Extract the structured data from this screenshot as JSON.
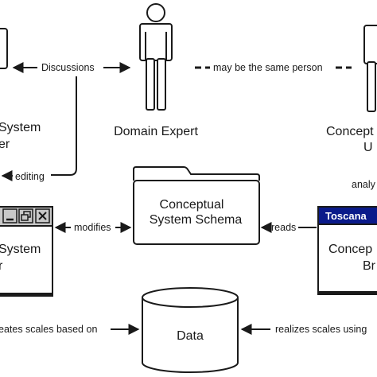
{
  "nodes": {
    "domain_expert": "Domain Expert",
    "system_editor": [
      "System",
      "er"
    ],
    "conceptual_user": [
      "Concept",
      "U"
    ],
    "schema": [
      "Conceptual",
      "System Schema"
    ],
    "editor_window": [
      "System",
      "r"
    ],
    "browser_window": {
      "title": "Toscana",
      "body": [
        "Concep",
        "Br"
      ]
    },
    "data": "Data"
  },
  "edges": {
    "discussions": "Discussions",
    "same_person": "may be the same person",
    "editing": "editing",
    "analy": "analy",
    "modifies": "modifies",
    "reads": "reads",
    "creates_scales": "eates scales based on",
    "realizes_scales": "realizes scales using"
  },
  "icons": [
    "person-icon",
    "folder-icon",
    "database-icon",
    "window-minimize-icon",
    "window-maximize-icon",
    "window-close-icon"
  ],
  "colors": {
    "stroke": "#1a1a1a",
    "window_title_bar": "#0a1a8a",
    "window_title_text": "#ffffff",
    "window_chrome": "#c8c8c8"
  }
}
